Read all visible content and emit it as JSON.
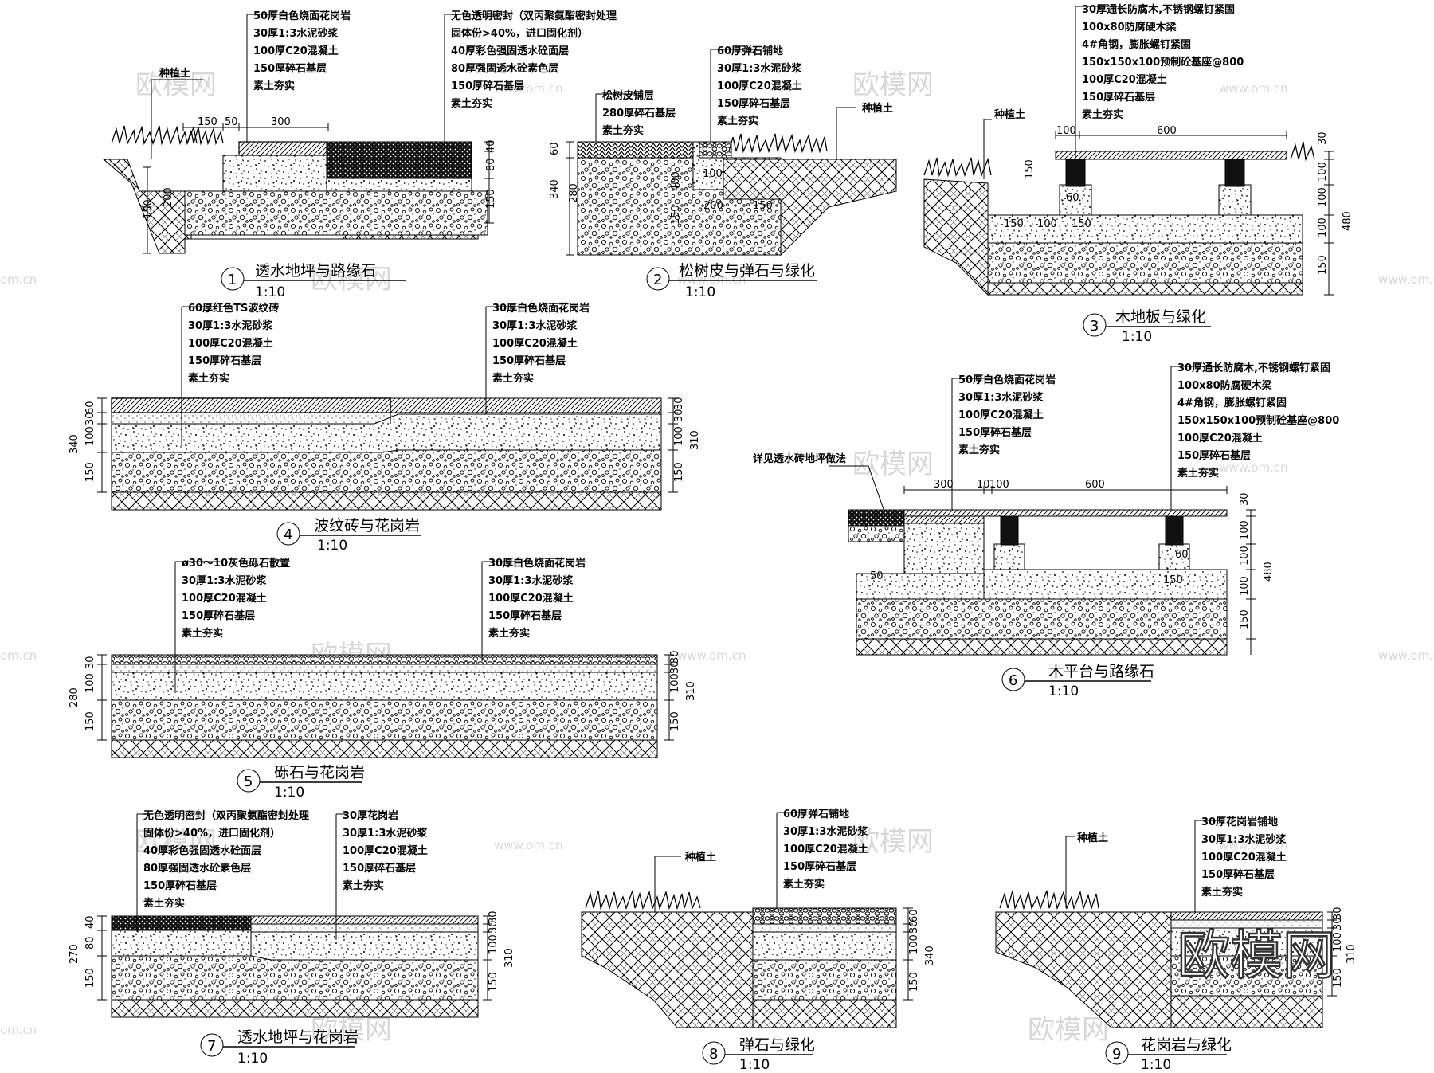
{
  "watermark": {
    "brand": "欧模网",
    "url": "www.om.cn",
    "url_short": "om.cn"
  },
  "details": [
    {
      "id": "d1",
      "num": "1",
      "title": "透水地坪与路缘石",
      "scale": "1:10",
      "notes_a": [
        "50厚白色烧面花岗岩",
        "30厚1:3水泥砂浆",
        "100厚C20混凝土",
        "150厚碎石基层",
        "素土夯实"
      ],
      "notes_b": [
        "无色透明密封（双丙聚氨酯密封处理",
        "固体份>40%，进口固化剂）",
        "40厚彩色强固透水砼面层",
        "80厚强固透水砼素色层",
        "150厚碎石基层",
        "素土夯实"
      ],
      "notes_c": [
        "种植土"
      ],
      "dims_top": [
        "150",
        "50",
        "300"
      ],
      "dims_left": [
        "150",
        "200"
      ],
      "dims_right": [
        "40",
        "80",
        "150"
      ]
    },
    {
      "id": "d2",
      "num": "2",
      "title": "松树皮与弹石与绿化",
      "scale": "1:10",
      "notes_a": [
        "松树皮铺层",
        "280厚碎石基层",
        "素土夯实"
      ],
      "notes_b": [
        "60厚弹石铺地",
        "30厚1:3水泥砂浆",
        "100厚C20混凝土",
        "150厚碎石基层",
        "素土夯实"
      ],
      "notes_c": [
        "种植土"
      ],
      "dims_left": [
        "60",
        "340",
        "280"
      ],
      "dims_mid": [
        "100",
        "400",
        "150",
        "200",
        "150"
      ]
    },
    {
      "id": "d3",
      "num": "3",
      "title": "木地板与绿化",
      "scale": "1:10",
      "notes_a": [
        "30厚通长防腐木,不锈钢螺钉紧固",
        "100x80防腐硬木梁",
        "4#角钢，膨胀螺钉紧固",
        "150x150x100预制砼基座@800",
        "100厚C20混凝土",
        "150厚碎石基层",
        "素土夯实"
      ],
      "notes_c": [
        "种植土"
      ],
      "dims_top": [
        "100",
        "600"
      ],
      "dims_mid": [
        "150",
        "60",
        "100",
        "150",
        "150"
      ],
      "dims_right": [
        "30",
        "100",
        "100",
        "100",
        "150",
        "480"
      ]
    },
    {
      "id": "d4",
      "num": "4",
      "title": "波纹砖与花岗岩",
      "scale": "1:10",
      "notes_a": [
        "60厚红色TS波纹砖",
        "30厚1:3水泥砂浆",
        "100厚C20混凝土",
        "150厚碎石基层",
        "素土夯实"
      ],
      "notes_b": [
        "30厚白色烧面花岗岩",
        "30厚1:3水泥砂浆",
        "100厚C20混凝土",
        "150厚碎石基层",
        "素土夯实"
      ],
      "dims_left": [
        "60",
        "30",
        "100",
        "150",
        "340"
      ],
      "dims_right": [
        "30",
        "30",
        "100",
        "150",
        "310"
      ]
    },
    {
      "id": "d5",
      "num": "5",
      "title": "砾石与花岗岩",
      "scale": "1:10",
      "notes_a": [
        "ø30～10灰色砾石散置",
        "30厚1:3水泥砂浆",
        "100厚C20混凝土",
        "150厚碎石基层",
        "素土夯实"
      ],
      "notes_b": [
        "30厚白色烧面花岗岩",
        "30厚1:3水泥砂浆",
        "100厚C20混凝土",
        "150厚碎石基层",
        "素土夯实"
      ],
      "dims_left": [
        "30",
        "100",
        "150",
        "280"
      ],
      "dims_right": [
        "30",
        "30",
        "100",
        "150",
        "310"
      ]
    },
    {
      "id": "d6",
      "num": "6",
      "title": "木平台与路缘石",
      "scale": "1:10",
      "notes_a": [
        "50厚白色烧面花岗岩",
        "30厚1:3水泥砂浆",
        "100厚C20混凝土",
        "150厚碎石基层",
        "素土夯实"
      ],
      "notes_b": [
        "30厚通长防腐木,不锈钢螺钉紧固",
        "100x80防腐硬木梁",
        "4#角钢，膨胀螺钉紧固",
        "150x150x100预制砼基座@800",
        "100厚C20混凝土",
        "150厚碎石基层",
        "素土夯实"
      ],
      "notes_c": [
        "详见透水砖地坪做法"
      ],
      "dims_top": [
        "300",
        "10",
        "100",
        "600"
      ],
      "dims_mid": [
        "60",
        "150",
        "50"
      ],
      "dims_right": [
        "30",
        "100",
        "100",
        "100",
        "150",
        "480"
      ]
    },
    {
      "id": "d7",
      "num": "7",
      "title": "透水地坪与花岗岩",
      "scale": "1:10",
      "notes_a": [
        "无色透明密封（双丙聚氨酯密封处理",
        "固体份>40%，进口固化剂）",
        "40厚彩色强固透水砼面层",
        "80厚强固透水砼素色层",
        "150厚碎石基层",
        "素土夯实"
      ],
      "notes_b": [
        "30厚花岗岩",
        "30厚1:3水泥砂浆",
        "100厚C20混凝土",
        "150厚碎石基层",
        "素土夯实"
      ],
      "dims_left": [
        "40",
        "80",
        "150",
        "270"
      ],
      "dims_right": [
        "30",
        "30",
        "100",
        "150",
        "310"
      ]
    },
    {
      "id": "d8",
      "num": "8",
      "title": "弹石与绿化",
      "scale": "1:10",
      "notes_a": [
        "60厚弹石铺地",
        "30厚1:3水泥砂浆",
        "100厚C20混凝土",
        "150厚碎石基层",
        "素土夯实"
      ],
      "notes_c": [
        "种植土"
      ],
      "dims_right": [
        "60",
        "30",
        "100",
        "150",
        "340"
      ]
    },
    {
      "id": "d9",
      "num": "9",
      "title": "花岗岩与绿化",
      "scale": "1:10",
      "notes_a": [
        "30厚花岗岩铺地",
        "30厚1:3水泥砂浆",
        "100厚C20混凝土",
        "150厚碎石基层",
        "素土夯实"
      ],
      "notes_c": [
        "种植土"
      ],
      "dims_right": [
        "30",
        "30",
        "100",
        "150",
        "310"
      ]
    }
  ]
}
